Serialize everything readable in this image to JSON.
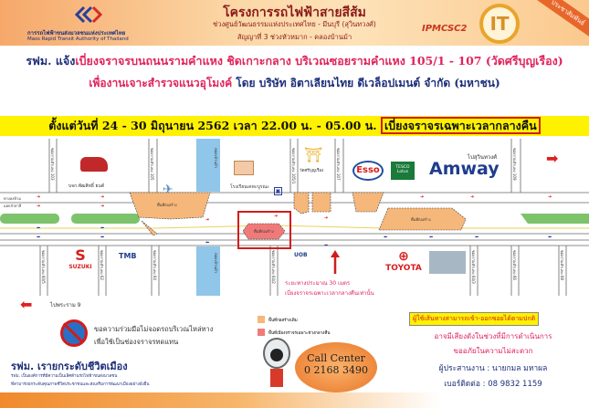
{
  "header": {
    "org_th": "การรถไฟฟ้าขนส่งมวลชนแห่งประเทศไทย",
    "org_en": "Mass Rapid Transit Authority of Thailand",
    "project_title": "โครงการรถไฟฟ้าสายสีส้ม",
    "section": "ช่วงศูนย์วัฒนธรรมแห่งประเทศไทย - มีนบุรี (สุวินทวงศ์)",
    "contract": "สัญญาที่ 3 ช่วงหัวหมาก - คลองบ้านม้า",
    "ipm_logo": "IPMCSC2",
    "it_logo": "IT",
    "ribbon": "ประชาสัมพันธ์"
  },
  "announcement": {
    "line1_prefix": "รฟม. แจ้ง",
    "line1_main": "เบี่ยงจราจรบนถนนรามคำแหง ชิดเกาะกลาง บริเวณซอยรามคำแหง 105/1 - 107 (วัดศรีบุญเรือง)",
    "line2_purpose": "เพื่องานเจาะสำรวจแนวอุโมงค์",
    "line2_company": " โดย บริษัท อิตาเลียนไทย ดีเวล็อปเมนต์ จำกัด (มหาชน)",
    "schedule": "ตั้งแต่วันที่ 24 - 30 มิถุนายน 2562 เวลา 22.00 น. - 05.00 น. ",
    "schedule_note": "เบี่ยงจราจรเฉพาะเวลากลางคืน"
  },
  "map": {
    "to_right": "ไปสุวินทวงศ์",
    "to_left": "ไปพระราม 9",
    "left_ramp": [
      "ทางลงข้าม",
      "แยกลำสาลี"
    ],
    "top_sois": [
      "ซอยรามคำแหง 103",
      "ซอยรามคำแหง 105",
      "ซอยรามคำแหง 105/1",
      "ซอยรามคำแหง 107",
      "ซอยรามคำแหง 109"
    ],
    "bottom_sois": [
      "ซอยรามคำแหง 60/5",
      "ซอยรามคำแหง 62",
      "ซอยรามคำแหง 64",
      "ซอยรามคำแหง 64/2",
      "ซอยรามคำแหง 64/3",
      "ซอยรามคำแหง 66",
      "ซอยรามคำแหง 68"
    ],
    "canal_top": "คลองบ้านม้า",
    "canal_bottom": "คลองบ้านม้า",
    "dealer": "บจก.พัฒสิทธิ์ ยนต์",
    "school": "โรงเรียนเคหะบูรณะ",
    "temple": "วัดศรีบุญเรือง",
    "construction": "พื้นที่ก่อสร้าง",
    "distance_note": "ระยะทางประมาณ 30 เมตร",
    "night_note": "เบี่ยงจราจรเฉพาะเวลากลางคืนเท่านั้น",
    "brands": {
      "esso": "Esso",
      "tesco": "TESCO Lotus",
      "amway": "Amway",
      "suzuki": "SUZUKI",
      "tmb": "TMB",
      "uob": "UOB",
      "toyota": "TOYOTA"
    }
  },
  "legend": {
    "existing": "พื้นที่ก่อสร้างเดิม",
    "night": "พื้นที่เบี่ยงจราจรเฉพาะช่วงกลางคืน"
  },
  "no_parking": [
    "ขอความร่วมมือไม่จอดรถบริเวณไหล่ทาง",
    "เพื่อใช้เป็นช่องจราจรทดแทน"
  ],
  "slogan": {
    "title": "รฟม. เรายกระดับชีวิตเมือง",
    "line1": "รฟม. เป็นองค์การที่มีความเป็นเลิศด้านรถไฟฟ้าขนส่งมวลชน",
    "line2": "ที่สามารถยกระดับคุณภาพชีวิตประชาชนและส่งเสริมการพัฒนาเมืองอย่างยั่งยืน"
  },
  "call_center": {
    "label": "Call Center",
    "number": "0 2168 3490"
  },
  "notice": {
    "access": "ผู้ใช้เส้นทางสามารถเข้า-ออกซอยได้ตามปกติ",
    "noise": "อาจมีเสียงดังในช่วงที่มีการดำเนินการ",
    "apology": "ขออภัยในความไม่สะดวก",
    "coordinator": "ผู้ประสานงาน : นายกมล มหาผล",
    "phone": "เบอร์ติดต่อ : 08 9832 1159"
  },
  "colors": {
    "construction": "#f6b77a",
    "night_zone": "#f07a7a",
    "median": "#7cc36b",
    "highlight": "#fff200",
    "accent_red": "#e0245e",
    "navy": "#1d2f7a"
  }
}
